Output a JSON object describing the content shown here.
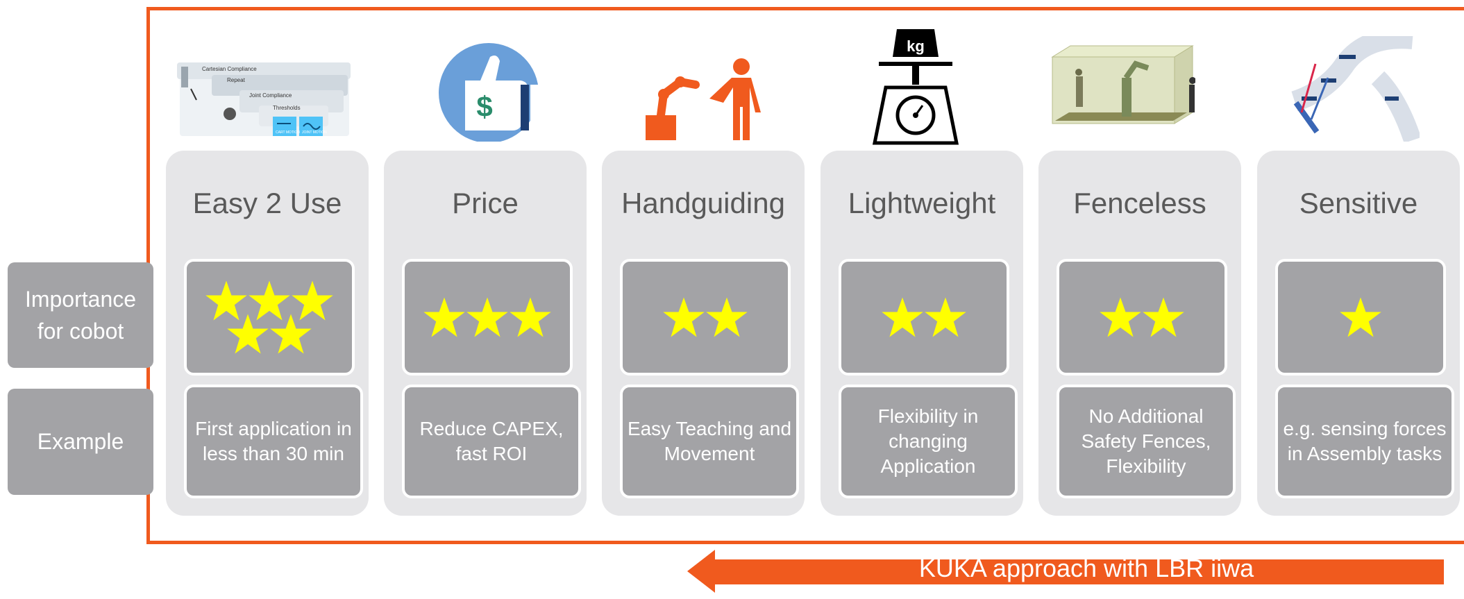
{
  "row_labels": {
    "importance": "Importance for cobot",
    "importance_line1": "Importance",
    "importance_line2": "for cobot",
    "example": "Example"
  },
  "columns": [
    {
      "title": "Easy 2 Use",
      "stars": 5,
      "example": "First application in less than 30 min",
      "icon": "compliance-diagram-icon"
    },
    {
      "title": "Price",
      "stars": 3,
      "example": "Reduce CAPEX, fast ROI",
      "icon": "thumbs-up-dollar-icon"
    },
    {
      "title": "Handguiding",
      "stars": 2,
      "example": "Easy Teaching and Movement",
      "icon": "robot-and-person-icon"
    },
    {
      "title": "Lightweight",
      "stars": 2,
      "example": "Flexibility in changing Application",
      "icon": "kg-scale-icon"
    },
    {
      "title": "Fenceless",
      "stars": 2,
      "example": "No Additional Safety Fences, Flexibility",
      "icon": "robot-cell-icon"
    },
    {
      "title": "Sensitive",
      "stars": 1,
      "example": "e.g. sensing forces in Assembly tasks",
      "icon": "robot-sensing-icon"
    }
  ],
  "illustration_labels": {
    "compliance_1": "Cartesian Compliance",
    "compliance_2": "Repeat",
    "compliance_3": "Joint Compliance",
    "compliance_4": "Thresholds",
    "compliance_5": "CART MOTION",
    "compliance_6": "JOINT MOTION",
    "dollar": "$",
    "kg": "kg"
  },
  "arrow_label": "KUKA approach with LBR iiwa",
  "colors": {
    "accent": "#f05a1e",
    "star": "#ffff00",
    "box_gray": "#a3a3a6",
    "card": "#e6e6e8"
  }
}
